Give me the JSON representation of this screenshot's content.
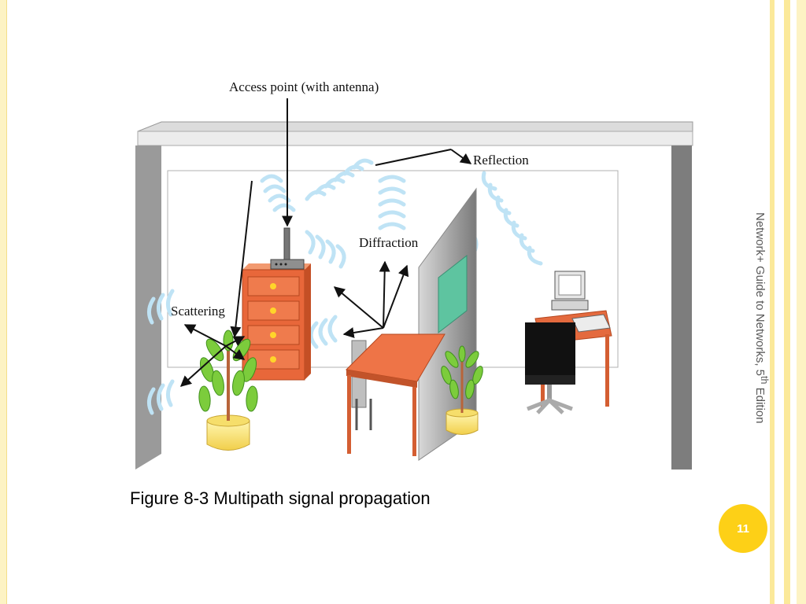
{
  "slide": {
    "side_title": "Network+ Guide to Networks, 5",
    "side_title_sup": "th",
    "side_title_suffix": " Edition",
    "page_number": "11",
    "caption": "Figure 8-3 Multipath signal propagation"
  },
  "diagram": {
    "labels": {
      "access_point": "Access point (with antenna)",
      "reflection": "Reflection",
      "diffraction": "Diffraction",
      "scattering": "Scattering"
    }
  },
  "colors": {
    "accent": "#fdd017",
    "border": "#fbe99a",
    "wave": "#bfe3f5",
    "cabinet": "#e8673a",
    "table": "#e07040",
    "plant": "#7ccc3c",
    "wall": "#a8a8a8"
  }
}
